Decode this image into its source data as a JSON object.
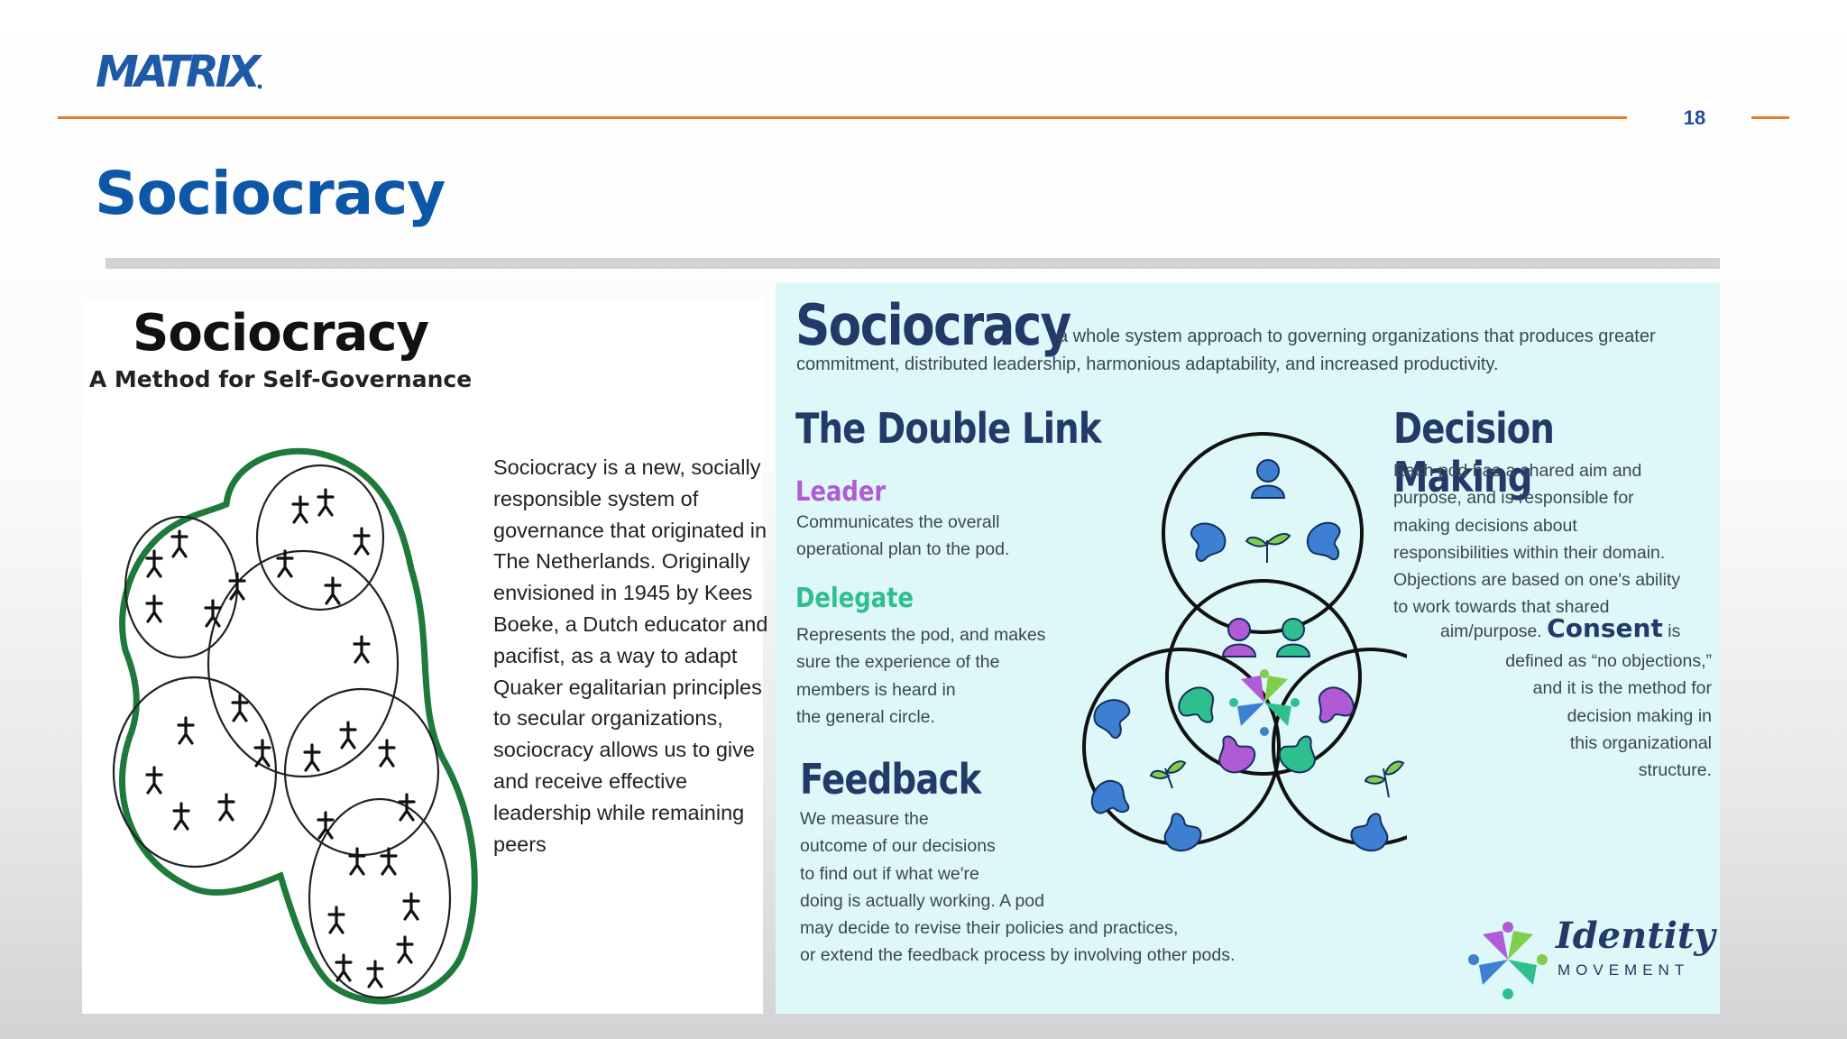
{
  "header": {
    "logo_text": "MATRIX",
    "page_number": "18",
    "title": "Sociocracy",
    "accent_color": "#e37d2b",
    "title_color": "#0d57a8"
  },
  "left_panel": {
    "title": "Sociocracy",
    "subtitle": "A Method for Self-Governance",
    "description_lines": [
      "Sociocracy is a new, socially",
      "responsible system of",
      "governance that originated in",
      "The Netherlands. Originally",
      "envisioned in 1945 by Kees",
      "Boeke, a Dutch educator and",
      "pacifist, as a way to adapt",
      "Quaker egalitarian principles",
      "to secular organizations,",
      "sociocracy allows us to give",
      "and receive effective",
      "leadership while remaining",
      "peers"
    ]
  },
  "right_panel": {
    "title": "Sociocracy",
    "intro_line1": "a whole system approach to governing organizations that produces greater",
    "intro_line2": "commitment, distributed leadership, harmonious adaptability, and increased productivity.",
    "double_link": {
      "heading": "The Double Link",
      "leader_heading": "Leader",
      "leader_lines": [
        "Communicates the overall",
        "operational plan to the pod."
      ],
      "delegate_heading": "Delegate",
      "delegate_lines": [
        "Represents the pod, and makes",
        "sure the experience of the",
        "members is heard in",
        "the general circle."
      ]
    },
    "decision_making": {
      "heading": "Decision Making",
      "lines": [
        "Each pod has a shared aim and",
        "purpose, and is responsible for",
        "making decisions about",
        "responsibilities within their domain.",
        "Objections are based on one's ability",
        "to work towards that shared"
      ],
      "line_before_consent": "aim/purpose.",
      "consent_word": "Consent",
      "line_after_consent": "is",
      "tail_lines": [
        "defined as “no objections,”",
        "and it is the method for",
        "decision making in",
        "this organizational",
        "structure."
      ]
    },
    "feedback": {
      "heading": "Feedback",
      "lines": [
        "We measure the",
        "outcome of our decisions",
        "to find out if what we're",
        "doing is actually working. A pod",
        "may decide to revise their policies and practices,",
        "or extend the feedback process by involving other pods."
      ]
    },
    "brand": {
      "word": "Identity",
      "sub": "MOVEMENT"
    },
    "colors": {
      "panel_bg": "#def7f8",
      "heading": "#213a67",
      "leader": "#b15ad6",
      "delegate": "#2fbf8e",
      "member": "#3d7fd1"
    }
  }
}
